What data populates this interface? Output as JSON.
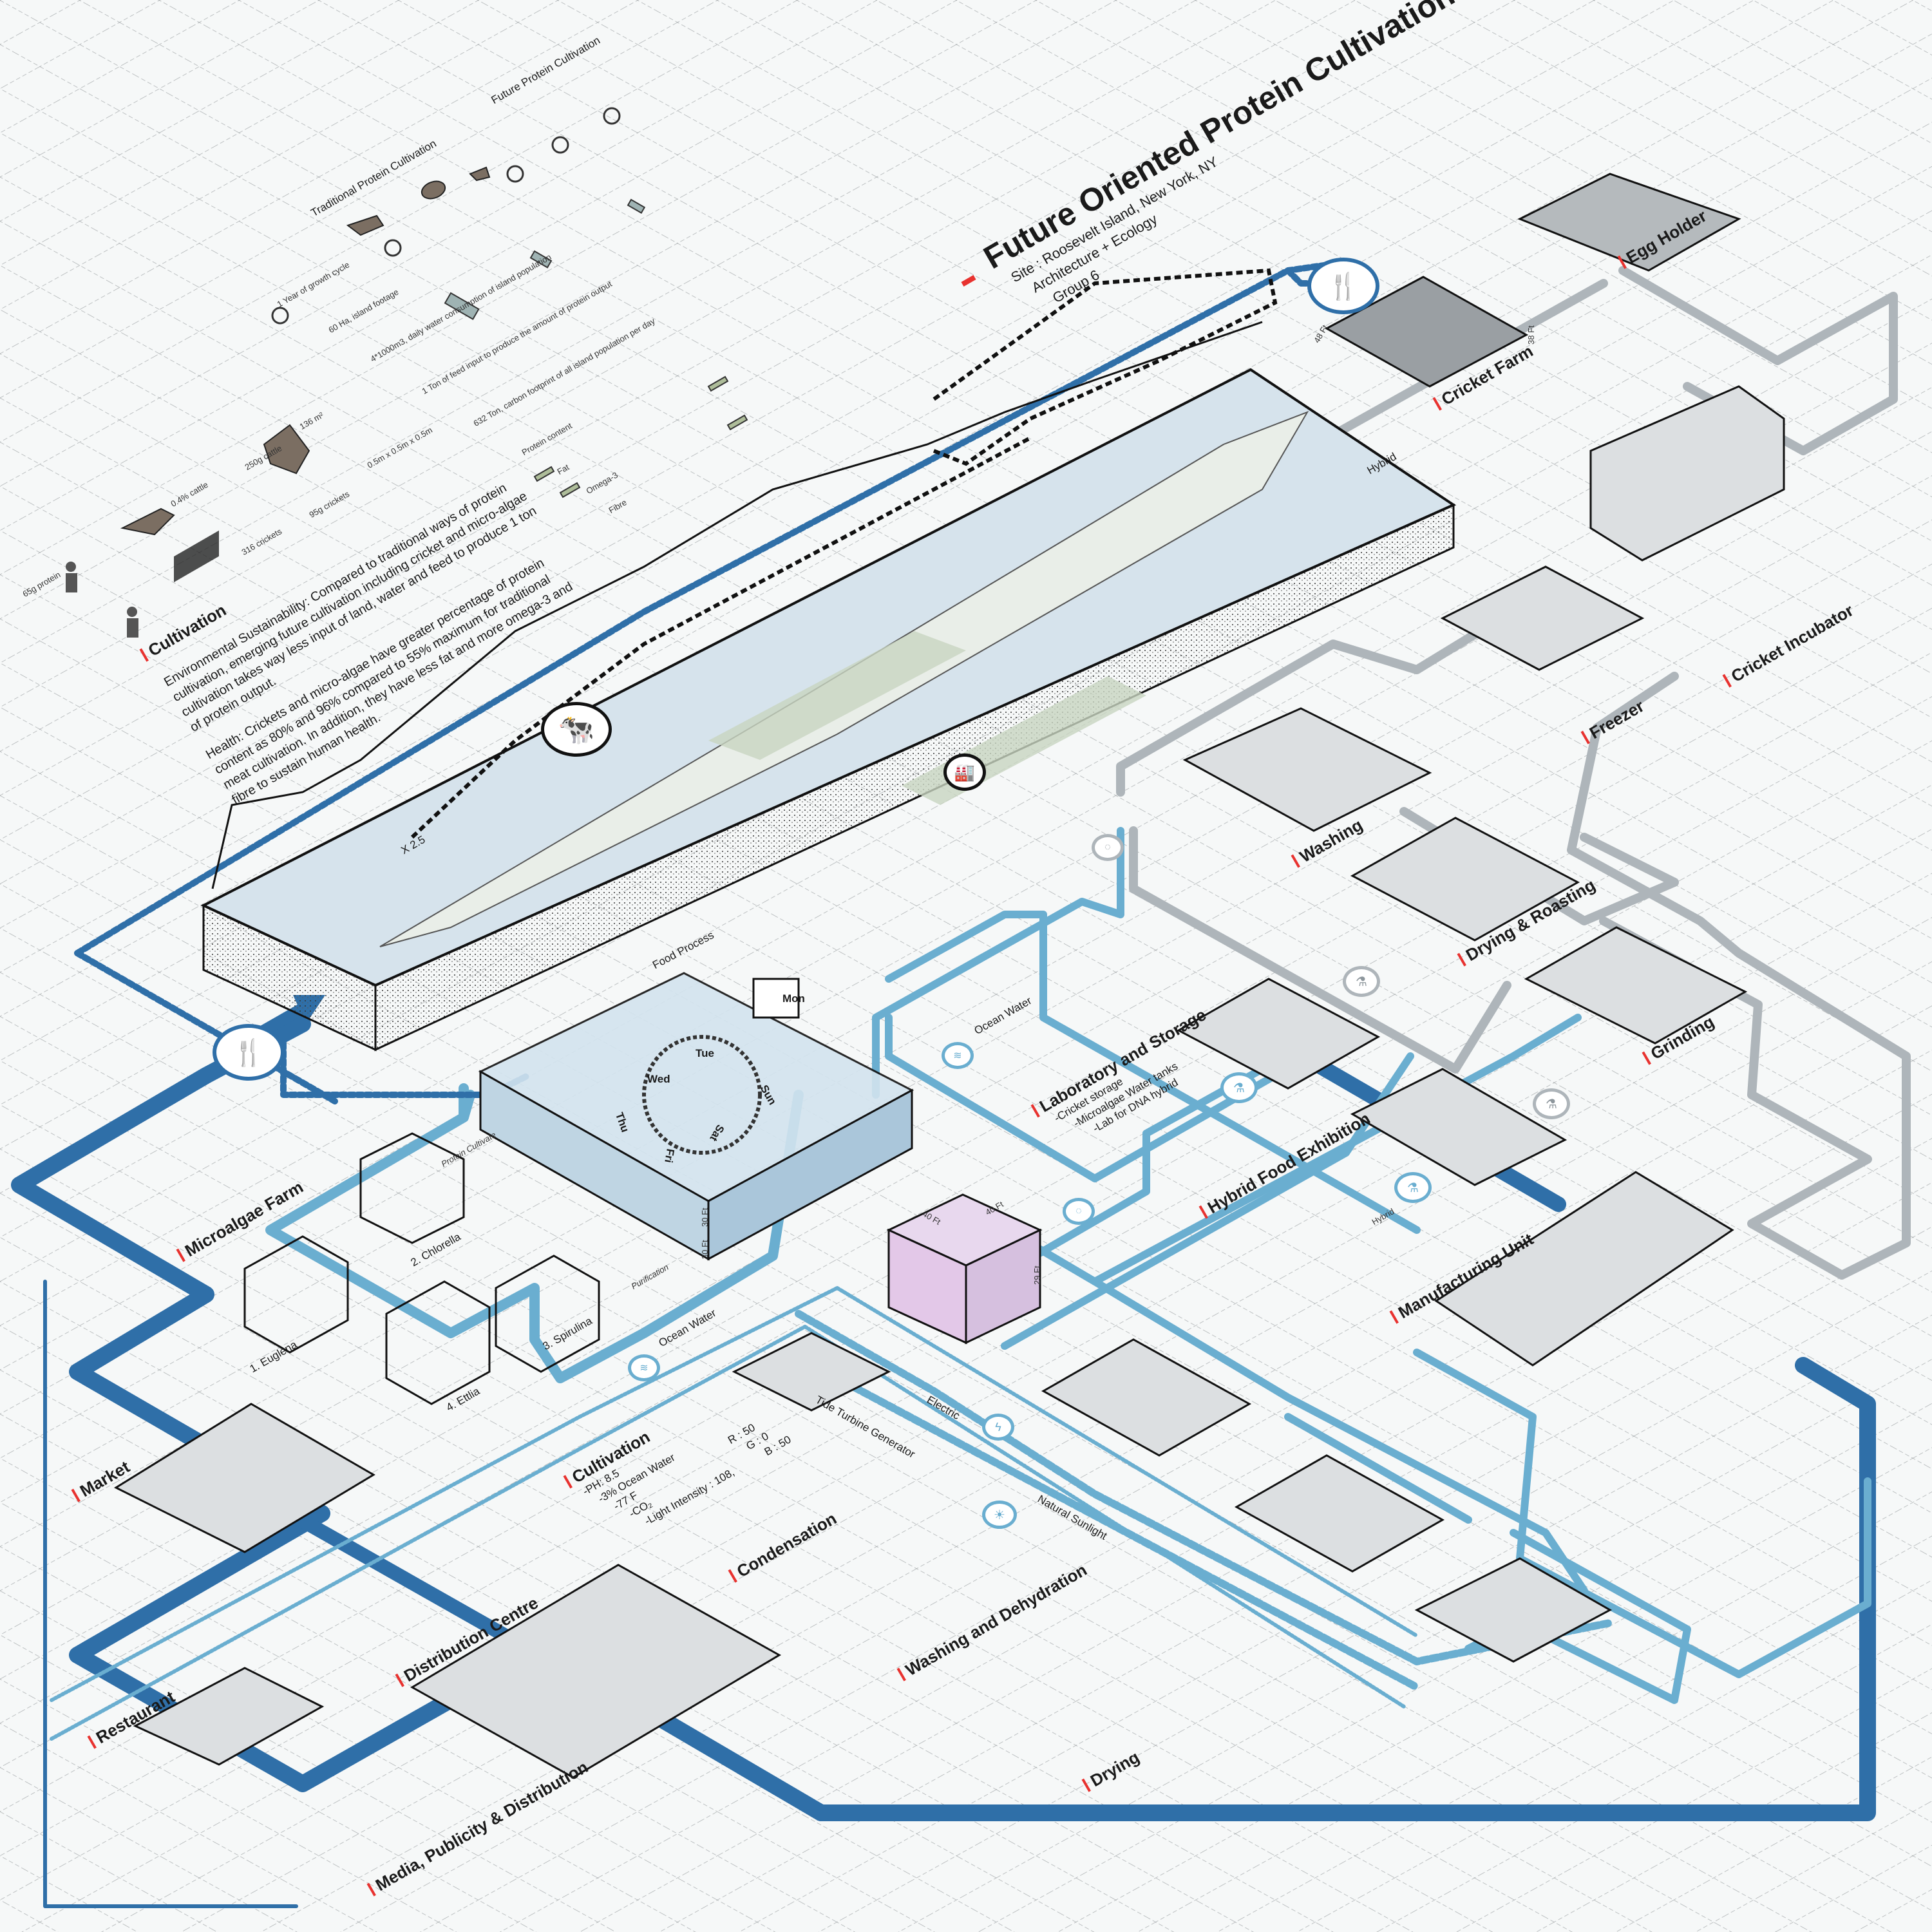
{
  "header": {
    "title": "Future Oriented Protein Cultivation",
    "site": "Site : Roosevelt Island, New York, NY",
    "program": "Architecture + Ecology",
    "group": "Group 6"
  },
  "cultivation_intro": {
    "heading": "Cultivation",
    "sustainability": "Environmental Sustainability: Compared to traditional ways of protein cultivation, emerging future cultivation including cricket and micro-algae cultivation takes way less input of land, water and feed to produce 1 ton of protein output.",
    "health": "Health: Crickets and micro-algae have greater percentage of protein content as 80% and 96% compared to 55% maximum for traditional meat cultivation. In addition, they have less fat and more omega-3 and fibre to sustain human health."
  },
  "infographic": {
    "traditional_label": "Traditional Protein Cultivation",
    "future_label": "Future Protein Cultivation",
    "legend": [
      "1 Year of growth cycle",
      "60 Ha, island footage",
      "4*1000m3, daily water consumption of island population",
      "1 Ton of feed input to produce the amount of protein output",
      "632 Ton, carbon footprint of all island population per day",
      "Protein content",
      "Fat",
      "Omega-3",
      "Fibre"
    ],
    "comparison": {
      "protein_a": "65g protein",
      "cattle_pct": "0.4% cattle",
      "cattle_g": "250g cattle",
      "crickets_n": "316 crickets",
      "crickets_g": "95g crickets",
      "area": "136 m²",
      "box": "0.5m x 0.5m x 0.5m"
    }
  },
  "site_model": {
    "scale_label": "X 2.5",
    "hybrid_label": "Hybrid"
  },
  "food_process": {
    "label": "Food Process",
    "days": [
      "Mon",
      "Tue",
      "Wed",
      "Thu",
      "Fri",
      "Sat",
      "Sun"
    ],
    "dims": [
      "30 Ft",
      "30 Ft",
      "40 Ft",
      "40 Ft",
      "29 Ft",
      "48 Ft",
      "38 Ft"
    ]
  },
  "sections": {
    "cricket_farm": "Cricket Farm",
    "egg_holder": "Egg Holder",
    "cricket_incubator": "Cricket Incubator",
    "freezer": "Freezer",
    "washing": "Washing",
    "drying_roasting": "Drying & Roasting",
    "grinding": "Grinding",
    "lab_storage": "Laboratory and Storage",
    "lab_items": [
      "-Cricket storage",
      "-Microalgae Water tanks",
      "-Lab for DNA hybrid"
    ],
    "hybrid_exhibition": "Hybrid Food Exhibition",
    "manufacturing": "Manufacturing Unit",
    "microalgae_farm": "Microalgae Farm",
    "algae": [
      "1. Euglena",
      "2. Chlorella",
      "3. Spirulina",
      "4. Ettlia"
    ],
    "market": "Market",
    "restaurant": "Restaurant",
    "distribution": "Distribution Centre",
    "media": "Media, Publicity & Distribution",
    "cultivation": "Cultivation",
    "cultivation_params": [
      "-PH: 8.5",
      "-3% Ocean Water",
      "-77 F",
      "-CO₂",
      "-Light Intensity : 108,"
    ],
    "rgb": [
      "R : 50",
      "G : 0",
      "B : 50"
    ],
    "condensation": "Condensation",
    "washing_dehydration": "Washing and Dehydration",
    "drying": "Drying"
  },
  "flows": {
    "ocean_water": "Ocean Water",
    "purification": "Purification",
    "protein_cultivate": "Protein Cultivate",
    "tide_turbine": "Tide Turbine Generator",
    "electric": "Electric",
    "natural_sunlight": "Natural Sunlight",
    "hybrid": "Hybrid"
  },
  "colors": {
    "pipe_dark": "#2f6fa8",
    "pipe_light": "#6aaed0",
    "pipe_grey": "#aeb5ba",
    "accent": "#e8322f",
    "water": "#c9dbe6"
  }
}
